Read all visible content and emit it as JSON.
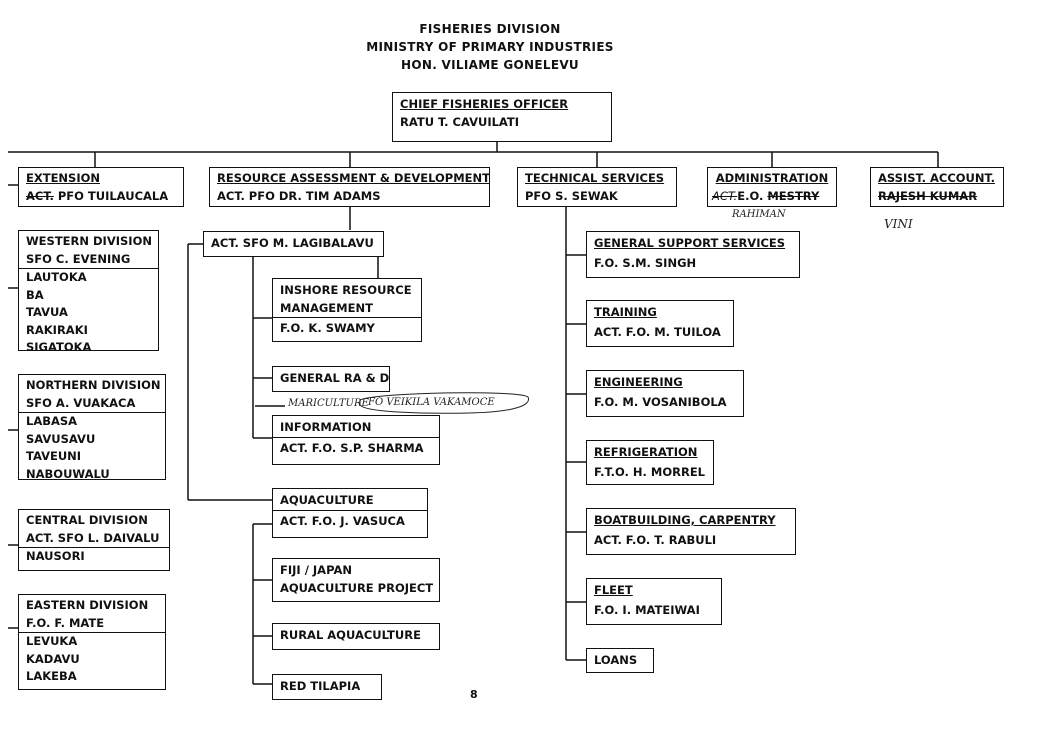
{
  "header": {
    "line1": "FISHERIES DIVISION",
    "line2": "MINISTRY OF PRIMARY INDUSTRIES",
    "line3": "HON. VILIAME GONELEVU"
  },
  "chief": {
    "title": "CHIEF FISHERIES OFFICER",
    "name": "RATU T. CAVUILATI"
  },
  "extension": {
    "title": "EXTENSION",
    "name_prefix_struck": "ACT.",
    "name": "PFO TUILAUCALA",
    "western": {
      "title": "WESTERN DIVISION",
      "officer": "SFO C. EVENING",
      "stations": [
        "LAUTOKA",
        "BA",
        "TAVUA",
        "RAKIRAKI",
        "SIGATOKA"
      ]
    },
    "northern": {
      "title": "NORTHERN DIVISION",
      "officer": "SFO A. VUAKACA",
      "stations": [
        "LABASA",
        "SAVUSAVU",
        "TAVEUNI",
        "NABOUWALU"
      ]
    },
    "central": {
      "title": "CENTRAL DIVISION",
      "officer": "ACT. SFO L. DAIVALU",
      "stations": [
        "NAUSORI"
      ]
    },
    "eastern": {
      "title": "EASTERN DIVISION",
      "officer": "F.O. F. MATE",
      "stations": [
        "LEVUKA",
        "KADAVU",
        "LAKEBA"
      ]
    }
  },
  "resource": {
    "title": "RESOURCE ASSESSMENT & DEVELOPMENT",
    "name": "ACT. PFO DR. TIM ADAMS",
    "sfo": "ACT. SFO M. LAGIBALAVU",
    "inshore": {
      "title_1": "INSHORE RESOURCE",
      "title_2": "MANAGEMENT",
      "name": "F.O. K. SWAMY"
    },
    "general_rad": "GENERAL RA & D",
    "mariculture_note": "MARICULTURE",
    "mariculture_fo": "FO VEIKILA VAKAMOCE",
    "information": {
      "title": "INFORMATION",
      "name": "ACT. F.O. S.P. SHARMA"
    },
    "aquaculture": {
      "title": "AQUACULTURE",
      "name": "ACT. F.O. J. VASUCA"
    },
    "fiji_japan": {
      "line_1": "FIJI / JAPAN",
      "line_2": "AQUACULTURE PROJECT"
    },
    "rural": "RURAL AQUACULTURE",
    "tilapia": "RED TILAPIA"
  },
  "technical": {
    "title": "TECHNICAL SERVICES",
    "name": "PFO S. SEWAK",
    "units": [
      {
        "title": "GENERAL SUPPORT SERVICES",
        "name": "F.O. S.M. SINGH"
      },
      {
        "title": "TRAINING",
        "name": "ACT. F.O. M. TUILOA"
      },
      {
        "title": "ENGINEERING",
        "name": "F.O. M. VOSANIBOLA"
      },
      {
        "title": "REFRIGERATION",
        "name": "F.T.O. H. MORREL"
      },
      {
        "title": "BOATBUILDING, CARPENTRY",
        "name": "ACT. F.O. T. RABULI"
      },
      {
        "title": "FLEET",
        "name": "F.O. I. MATEIWAI"
      }
    ],
    "loans": "LOANS"
  },
  "administration": {
    "title": "ADMINISTRATION",
    "prefix": "ACT.",
    "name": "E.O.",
    "struck_name": "MESTRY",
    "handwritten": "RAHIMAN"
  },
  "accounts": {
    "title": "ASSIST. ACCOUNT.",
    "struck_name": "RAJESH KUMAR",
    "handwritten": "VINI"
  },
  "page_number": "8"
}
